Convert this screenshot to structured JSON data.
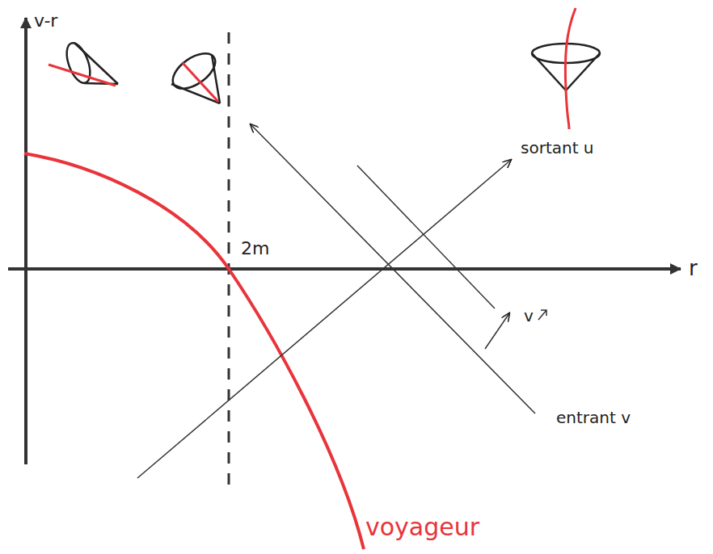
{
  "diagram": {
    "labels": [
      "v-r",
      "r",
      "2m",
      "sortant u",
      "v",
      "entrant v",
      "voyageur"
    ]
  }
}
